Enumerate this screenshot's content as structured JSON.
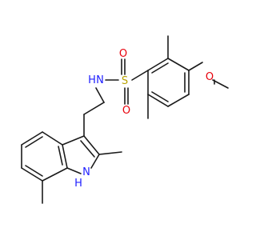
{
  "molecule": {
    "atoms": {
      "sulfur": {
        "label": "S",
        "color": "#b8a200"
      },
      "sulfonyl_oxygen_left": {
        "label": "O",
        "color": "#e8000b"
      },
      "sulfonyl_oxygen_right": {
        "label": "O",
        "color": "#e8000b"
      },
      "amide_nitrogen": {
        "label": "N",
        "color": "#2020ff"
      },
      "amide_hydrogen": {
        "label": "H",
        "color": "#2020ff"
      },
      "ether_oxygen": {
        "label": "O",
        "color": "#e8000b"
      },
      "indole_nitrogen": {
        "label": "N",
        "color": "#2020ff"
      },
      "indole_hydrogen": {
        "label": "H",
        "color": "#2020ff"
      }
    },
    "bond_color": "#1a1a1a"
  }
}
